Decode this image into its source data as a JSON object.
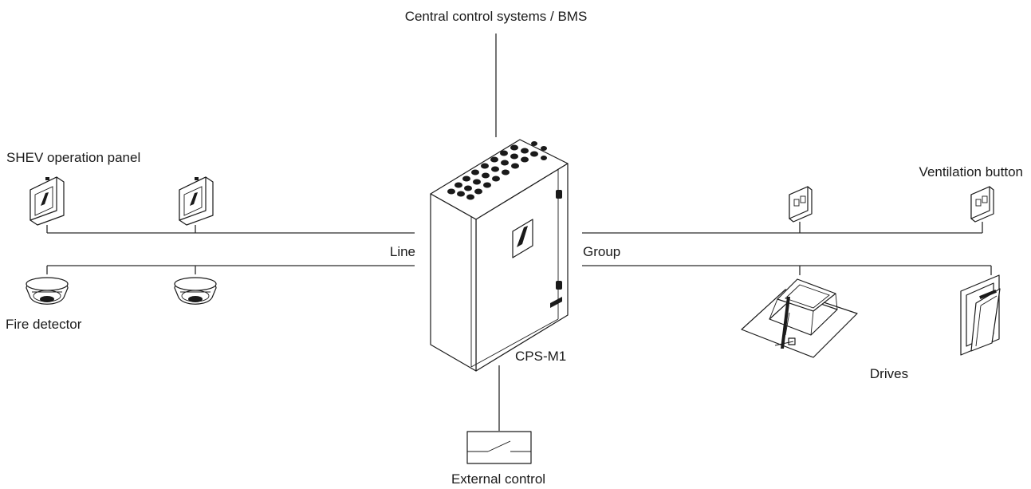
{
  "labels": {
    "central": "Central control systems / BMS",
    "operation_panel": "SHEV operation panel",
    "ventilation_button": "Ventilation button",
    "line": "Line",
    "group": "Group",
    "fire_detector": "Fire detector",
    "drives": "Drives",
    "controller": "CPS-M1",
    "external_control": "External control"
  },
  "icons": {
    "controller": "control-cabinet-icon",
    "operation_panel": "operation-panel-icon",
    "ventilation_button": "ventilation-button-icon",
    "fire_detector": "smoke-detector-icon",
    "drive_rooflight": "rooflight-drive-icon",
    "drive_window": "window-drive-icon",
    "external_switch": "switch-icon"
  },
  "colors": {
    "stroke": "#1a1a1a",
    "background": "#ffffff"
  }
}
